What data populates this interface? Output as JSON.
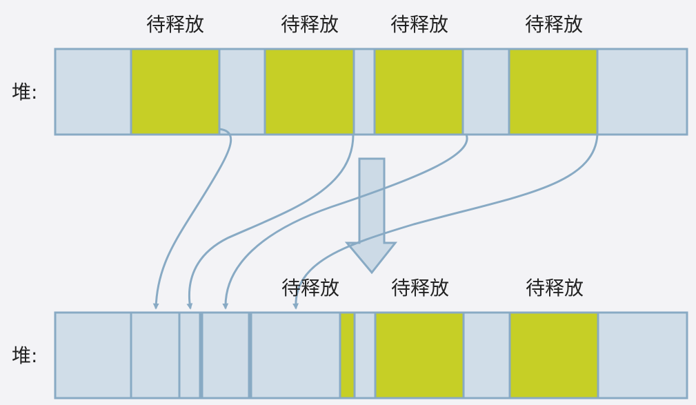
{
  "colors": {
    "background": "#f3f3f6",
    "free_block": "#d0dde8",
    "pending_block": "#c6cf26",
    "border": "#88aac4",
    "arrow_fill": "#ccdae6"
  },
  "top_heap": {
    "label": "堆:",
    "pending_labels": [
      "待释放",
      "待释放",
      "待释放",
      "待释放"
    ],
    "blocks": [
      "free",
      "pending",
      "free",
      "pending",
      "free",
      "pending",
      "free",
      "pending",
      "free"
    ]
  },
  "bottom_heap": {
    "label": "堆:",
    "pending_labels": [
      "待释放",
      "待释放",
      "待释放"
    ],
    "blocks": [
      "free",
      "free",
      "free",
      "free",
      "free",
      "pending",
      "free",
      "pending",
      "free",
      "pending",
      "free"
    ]
  }
}
